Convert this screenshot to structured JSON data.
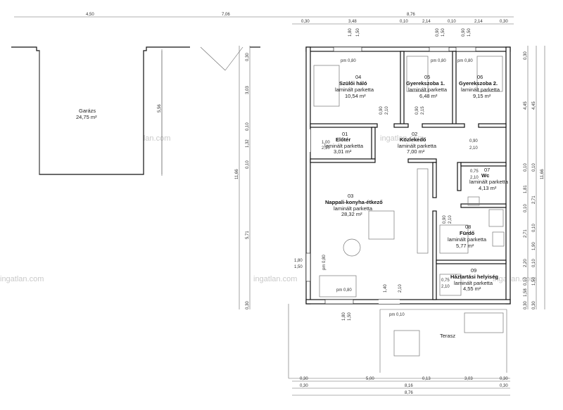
{
  "rooms": [
    {
      "num": "04",
      "name": "Szülői háló",
      "floor": "laminált parketta",
      "area": "10,54 m²",
      "window": "pm 0,80"
    },
    {
      "num": "05",
      "name": "Gyerekszoba 1.",
      "floor": "laminált parketta",
      "area": "6,48 m²",
      "window": "pm 0,80"
    },
    {
      "num": "06",
      "name": "Gyerekszoba 2.",
      "floor": "laminált parketta",
      "area": "9,15 m²",
      "window": "pm 0,80"
    },
    {
      "num": "01",
      "name": "Előtér",
      "floor": "laminált parketta",
      "area": "3,01 m²"
    },
    {
      "num": "02",
      "name": "Közlekedő",
      "floor": "laminált parketta",
      "area": "7,00 m²"
    },
    {
      "num": "07",
      "name": "Wc",
      "floor": "laminált parketta",
      "area": "4,13 m²"
    },
    {
      "num": "03",
      "name": "Nappali-konyha-étkező",
      "floor": "laminált parketta",
      "area": "28,32 m²",
      "window": "pm 0,80"
    },
    {
      "num": "08",
      "name": "Fürdő",
      "floor": "laminált parketta",
      "area": "5,77 m²"
    },
    {
      "num": "09",
      "name": "Háztartási helyiség",
      "floor": "laminált parketta",
      "area": "4,55 m²"
    }
  ],
  "garage": {
    "name": "Garázs",
    "area": "24,75 m²"
  },
  "terrace": {
    "name": "Terasz",
    "window": "pm 0,10"
  },
  "watermark": "ingatlan.com",
  "dims": {
    "top_row1": [
      "4,50",
      "7,06",
      "8,76"
    ],
    "top_row2": [
      "0,30",
      "3,48",
      "0,10",
      "2,14",
      "0,10",
      "2,14",
      "0,30"
    ],
    "windows": [
      "1,80",
      "1,50",
      "0,90",
      "1,50",
      "0,90",
      "1,50"
    ],
    "doors": [
      "0,90",
      "2,10",
      "0,90",
      "2,15",
      "1,00",
      "2,10",
      "0,90",
      "2,10",
      "0,75",
      "2,10",
      "0,90",
      "2,10",
      "0,75",
      "2,10",
      "1,40",
      "2,10",
      "1,80",
      "1,50",
      "pm 0,80",
      "1,80",
      "1,50"
    ],
    "left_v": [
      "0,30",
      "3,03",
      "0,10",
      "1,32",
      "0,10",
      "5,71",
      "0,30",
      "11,66",
      "5,56"
    ],
    "right_v": [
      "0,30",
      "4,45",
      "0,10",
      "1,81",
      "0,10",
      "2,71",
      "2,20",
      "0,10",
      "1,58",
      "0,30",
      "4,45",
      "0,10",
      "2,71",
      "0,10",
      "1,90",
      "0,10",
      "1,50",
      "0,30",
      "11,66"
    ],
    "bottom_row1": [
      "0,30",
      "5,00",
      "0,13",
      "3,03",
      "0,30"
    ],
    "bottom_row2": [
      "0,30",
      "8,16",
      "0,30"
    ],
    "bottom_row3": [
      "8,76"
    ]
  }
}
